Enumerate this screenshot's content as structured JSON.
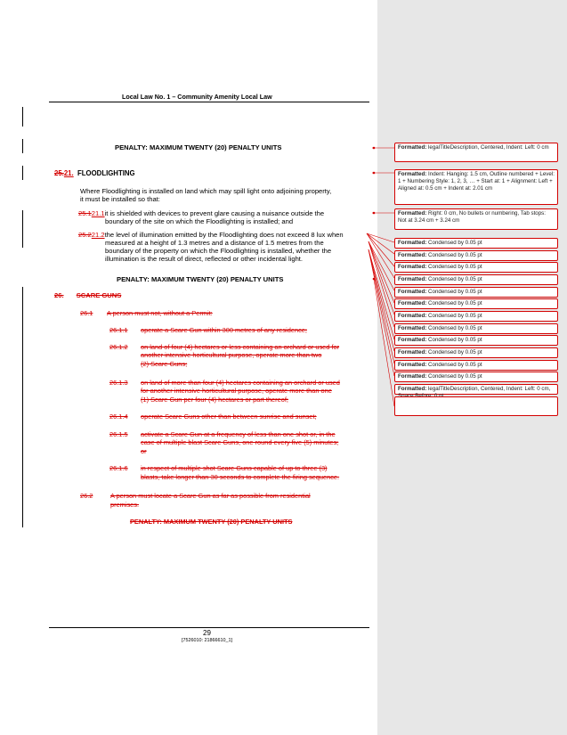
{
  "header": {
    "title": "Local Law No. 1 – Community Amenity Local Law"
  },
  "penalty_top": "PENALTY: MAXIMUM TWENTY (20) PENALTY UNITS",
  "floodlighting": {
    "num_deleted": "25.",
    "num_inserted": "21.",
    "heading": "FLOODLIGHTING",
    "intro_line1": "Where Floodlighting is installed on land which may spill light onto adjoining property,",
    "intro_line2": "it must be installed so that:",
    "item1_num_deleted": "25.1",
    "item1_num_inserted": "21.1",
    "item1_line1": "it is shielded with devices to prevent glare causing a nuisance outside the",
    "item1_line2": "boundary of the site on which the Floodlighting is installed; and",
    "item2_num_deleted": "25.2",
    "item2_num_inserted": "21.2",
    "item2_line1": "the level of illumination emitted by the Floodlighting does not exceed 8 lux when",
    "item2_line2": "measured at a height of 1.3 metres and a distance of 1.5 metres from the",
    "item2_line3": "boundary of the property on which the Floodlighting is installed, whether the",
    "item2_line4": "illumination is the result of direct, reflected or other incidental light.",
    "penalty": "PENALTY: MAXIMUM TWENTY (20) PENALTY UNITS"
  },
  "scare_guns": {
    "num": "26.",
    "heading": "SCARE GUNS",
    "p1_num": "26.1",
    "p1_text": "A person must not, without a Permit:",
    "s1_num": "26.1.1",
    "s1_text": "operate a Scare Gun within 300 metres of any residence;",
    "s2_num": "26.1.2",
    "s2_line1": "on land of four (4) hectares or less containing an orchard or used for",
    "s2_line2": "another intensive horticultural purpose, operate more than two",
    "s2_line3": "(2) Scare Guns;",
    "s3_num": "26.1.3",
    "s3_line1": "on land of more than four (4) hectares containing an orchard or used",
    "s3_line2": "for another intensive horticultural purpose, operate more than one",
    "s3_line3": "(1) Scare Gun per four (4) hectares or part thereof;",
    "s4_num": "26.1.4",
    "s4_text": "operate Scare Guns other than between sunrise and sunset;",
    "s5_num": "26.1.5",
    "s5_line1": "activate a Scare Gun at a frequency of less than one shot or, in the",
    "s5_line2": "case of multiple blast Scare Guns, one round every five (5) minutes;",
    "s5_line3": "or",
    "s6_num": "26.1.6",
    "s6_line1": "in respect of multiple shot Scare Guns capable of up to three (3)",
    "s6_line2": "blasts, take longer than 30 seconds to complete the firing sequence.",
    "p2_num": "26.2",
    "p2_line1": "A person must locate a Scare Gun as far as possible from residential",
    "p2_line2": "premises.",
    "penalty": "PENALTY: MAXIMUM TWENTY (20) PENALTY UNITS"
  },
  "footer": {
    "page_number": "29",
    "doc_ref": "[7526010: 21866610_1]"
  },
  "balloons": [
    {
      "label": "Formatted:",
      "text": "legalTitleDescription, Centered, Indent: Left: 0 cm"
    },
    {
      "label": "Formatted:",
      "text": "Indent: Hanging: 1.5 cm, Outline numbered + Level: 1 + Numbering Style: 1, 2, 3, … + Start at: 1 + Alignment: Left + Aligned at: 0.5 cm + Indent at: 2.01 cm"
    },
    {
      "label": "Formatted:",
      "text": "Right: 0 cm, No bullets or numbering, Tab stops: Not at 3.24 cm + 3.24 cm"
    },
    {
      "label": "Formatted:",
      "text": "Condensed by 0.05 pt"
    },
    {
      "label": "Formatted:",
      "text": "Condensed by 0.05 pt"
    },
    {
      "label": "Formatted:",
      "text": "Condensed by 0.05 pt"
    },
    {
      "label": "Formatted:",
      "text": "Condensed by 0.05 pt"
    },
    {
      "label": "Formatted:",
      "text": "Condensed by 0.05 pt"
    },
    {
      "label": "Formatted:",
      "text": "Condensed by 0.05 pt"
    },
    {
      "label": "Formatted:",
      "text": "Condensed by 0.05 pt"
    },
    {
      "label": "Formatted:",
      "text": "Condensed by 0.05 pt"
    },
    {
      "label": "Formatted:",
      "text": "Condensed by 0.05 pt"
    },
    {
      "label": "Formatted:",
      "text": "Condensed by 0.05 pt"
    },
    {
      "label": "Formatted:",
      "text": "Condensed by 0.05 pt"
    },
    {
      "label": "Formatted:",
      "text": "Condensed by 0.05 pt"
    },
    {
      "label": "Formatted:",
      "text": "legalTitleDescription, Centered, Indent: Left: 0 cm, Space Before: 0 pt"
    }
  ],
  "colors": {
    "revision": "#d40000",
    "markup_pane": "#e7e7e7"
  }
}
